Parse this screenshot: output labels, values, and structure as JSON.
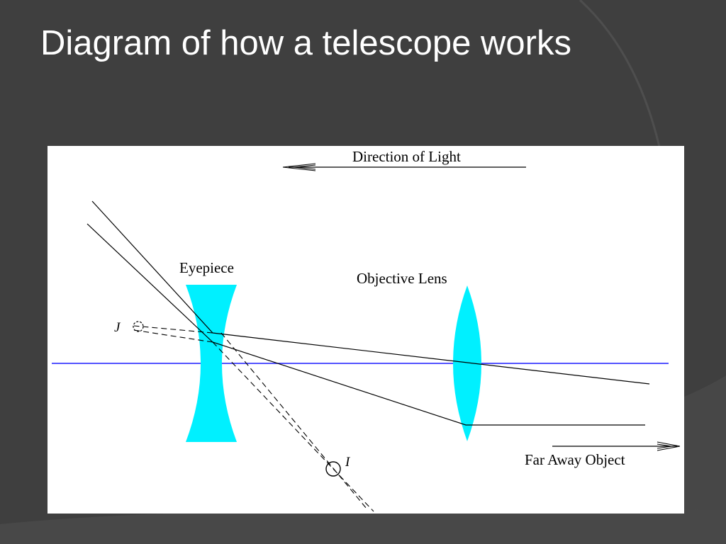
{
  "slide": {
    "title": "Diagram of how a telescope works"
  },
  "diagram": {
    "direction_label": "Direction of Light",
    "eyepiece_label": "Eyepiece",
    "objective_label": "Objective Lens",
    "object_label": "Far Away Object",
    "image_label_i": "I",
    "image_label_j": "J"
  },
  "colors": {
    "background": "#3f3f3f",
    "lens_fill": "#00f0ff",
    "optical_axis": "#1a1aff",
    "rays": "#000000"
  }
}
